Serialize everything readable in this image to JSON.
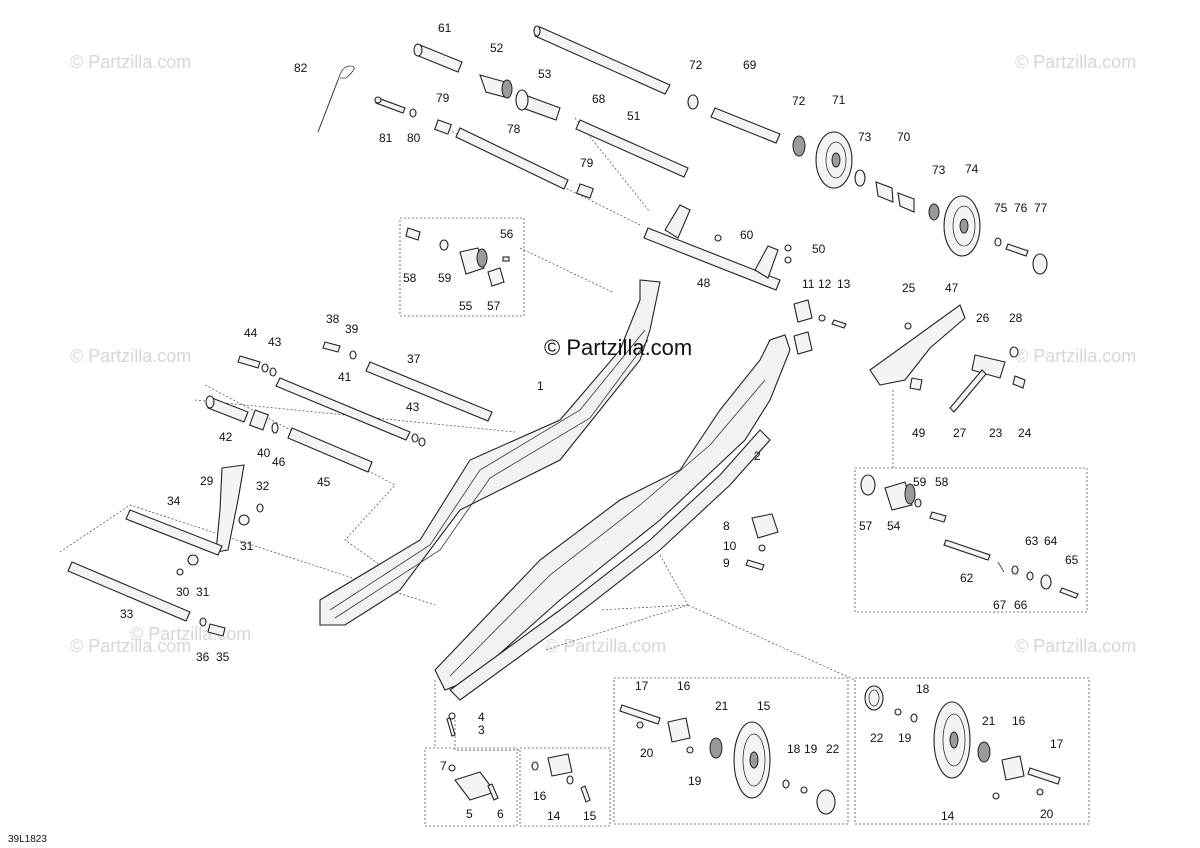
{
  "diagram": {
    "code": "39L1823",
    "copyright": "© Partzilla.com",
    "watermark": "© Partzilla.com",
    "labels": [
      "1",
      "2",
      "3",
      "4",
      "5",
      "6",
      "7",
      "8",
      "9",
      "10",
      "11",
      "12",
      "13",
      "14",
      "14",
      "15",
      "15",
      "16",
      "16",
      "16",
      "17",
      "17",
      "18",
      "18",
      "19",
      "19",
      "19",
      "20",
      "20",
      "21",
      "21",
      "22",
      "22",
      "23",
      "24",
      "25",
      "26",
      "27",
      "28",
      "29",
      "30",
      "31",
      "31",
      "32",
      "33",
      "34",
      "35",
      "36",
      "37",
      "38",
      "39",
      "40",
      "41",
      "42",
      "43",
      "43",
      "44",
      "45",
      "46",
      "47",
      "48",
      "49",
      "50",
      "51",
      "52",
      "53",
      "54",
      "55",
      "56",
      "57",
      "57",
      "58",
      "58",
      "59",
      "59",
      "60",
      "61",
      "62",
      "63",
      "64",
      "65",
      "66",
      "67",
      "68",
      "69",
      "70",
      "71",
      "72",
      "72",
      "73",
      "73",
      "74",
      "75",
      "76",
      "77",
      "78",
      "79",
      "79",
      "80",
      "81",
      "82"
    ]
  }
}
